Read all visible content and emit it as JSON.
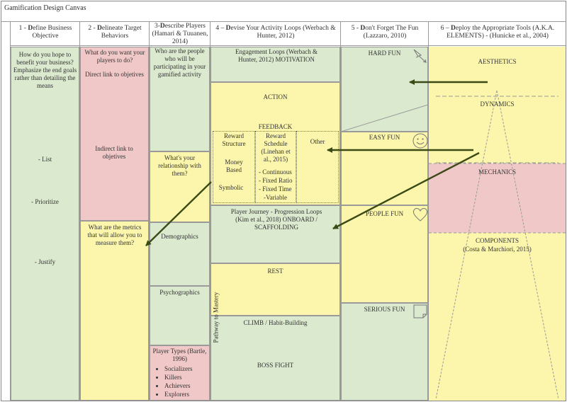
{
  "title": "Gamification Design Canvas",
  "colors": {
    "green": "#dbe9cf",
    "yellow": "#fbf6ab",
    "pink": "#f0c8c8",
    "arrow": "#3c4a16"
  },
  "columns": [
    {
      "num": "1 - ",
      "bold": "D",
      "rest": "efine Business Objective"
    },
    {
      "num": "2 - ",
      "bold": "D",
      "rest": "elineate Target Behaviors"
    },
    {
      "num": "3-",
      "bold": "D",
      "rest": "escribe Players (Hamari & Tuuanen, 2014)"
    },
    {
      "num": "4 – ",
      "bold": "D",
      "rest": "evise Your Activity Loops (Werbach & Hunter, 2012)"
    },
    {
      "num": "5 - ",
      "bold": "D",
      "rest": "on't Forget The Fun (Lazzaro, 2010)"
    },
    {
      "num": "6 – ",
      "bold": "D",
      "rest": "eploy the Appropriate Tools (A.K.A. ELEMENTS) - (Hunicke et al., 2004)"
    }
  ],
  "col1": {
    "question": "How do you hope to benefit your business? Emphasize the end goals rather than detailing the means",
    "items": [
      "- List",
      "- Prioritize",
      "- Justify"
    ]
  },
  "col2": {
    "question": "What do you want your players to do?",
    "direct": "Direct link to objetives",
    "indirect": "Indirect link to objetives",
    "metrics": "What are the metrics that will allow you to measure them?"
  },
  "col3": {
    "who": "Who are the people who will be participating in your gamified activity",
    "relationship": "What's your relationship with them?",
    "demographics": "Demographics",
    "psychographics": "Psychographics",
    "player_types_title": "Player Types (Bartle, 1996)",
    "player_types": [
      "Socializers",
      "Killers",
      "Achievers",
      "Explorers"
    ]
  },
  "col4": {
    "engagement": "Engagement Loops (Werbach & Hunter, 2012) MOTIVATION",
    "action": "ACTION",
    "feedback": "FEEDBACK",
    "reward_structure": "Reward Structure",
    "money_based": "Money Based",
    "symbolic": "Symbolic",
    "reward_schedule": "Reward Schedule (Linehan et al., 2015)",
    "schedule_items": [
      "- Continuous",
      "- Fixed Ratio",
      "- Fixed Time",
      "-Variable"
    ],
    "other": "Other",
    "journey": "Player Journey - Progression Loops (Kim et al., 2018) ONBOARD / SCAFFOLDING",
    "rest": "REST",
    "climb": "CLIMB / Habit-Building",
    "boss": "BOSS FIGHT",
    "pathway": "Pathway to Mastery"
  },
  "col5": {
    "hard": "HARD FUN",
    "easy": "EASY FUN",
    "people": "PEOPLE FUN",
    "serious": "SERIOUS FUN"
  },
  "col6": {
    "aesthetics": "AESTHETICS",
    "dynamics": "DYNAMICS",
    "mechanics": "MECHANICS",
    "components": "COMPONENTS",
    "components_ref": "(Costa & Marchiori, 2015)"
  }
}
